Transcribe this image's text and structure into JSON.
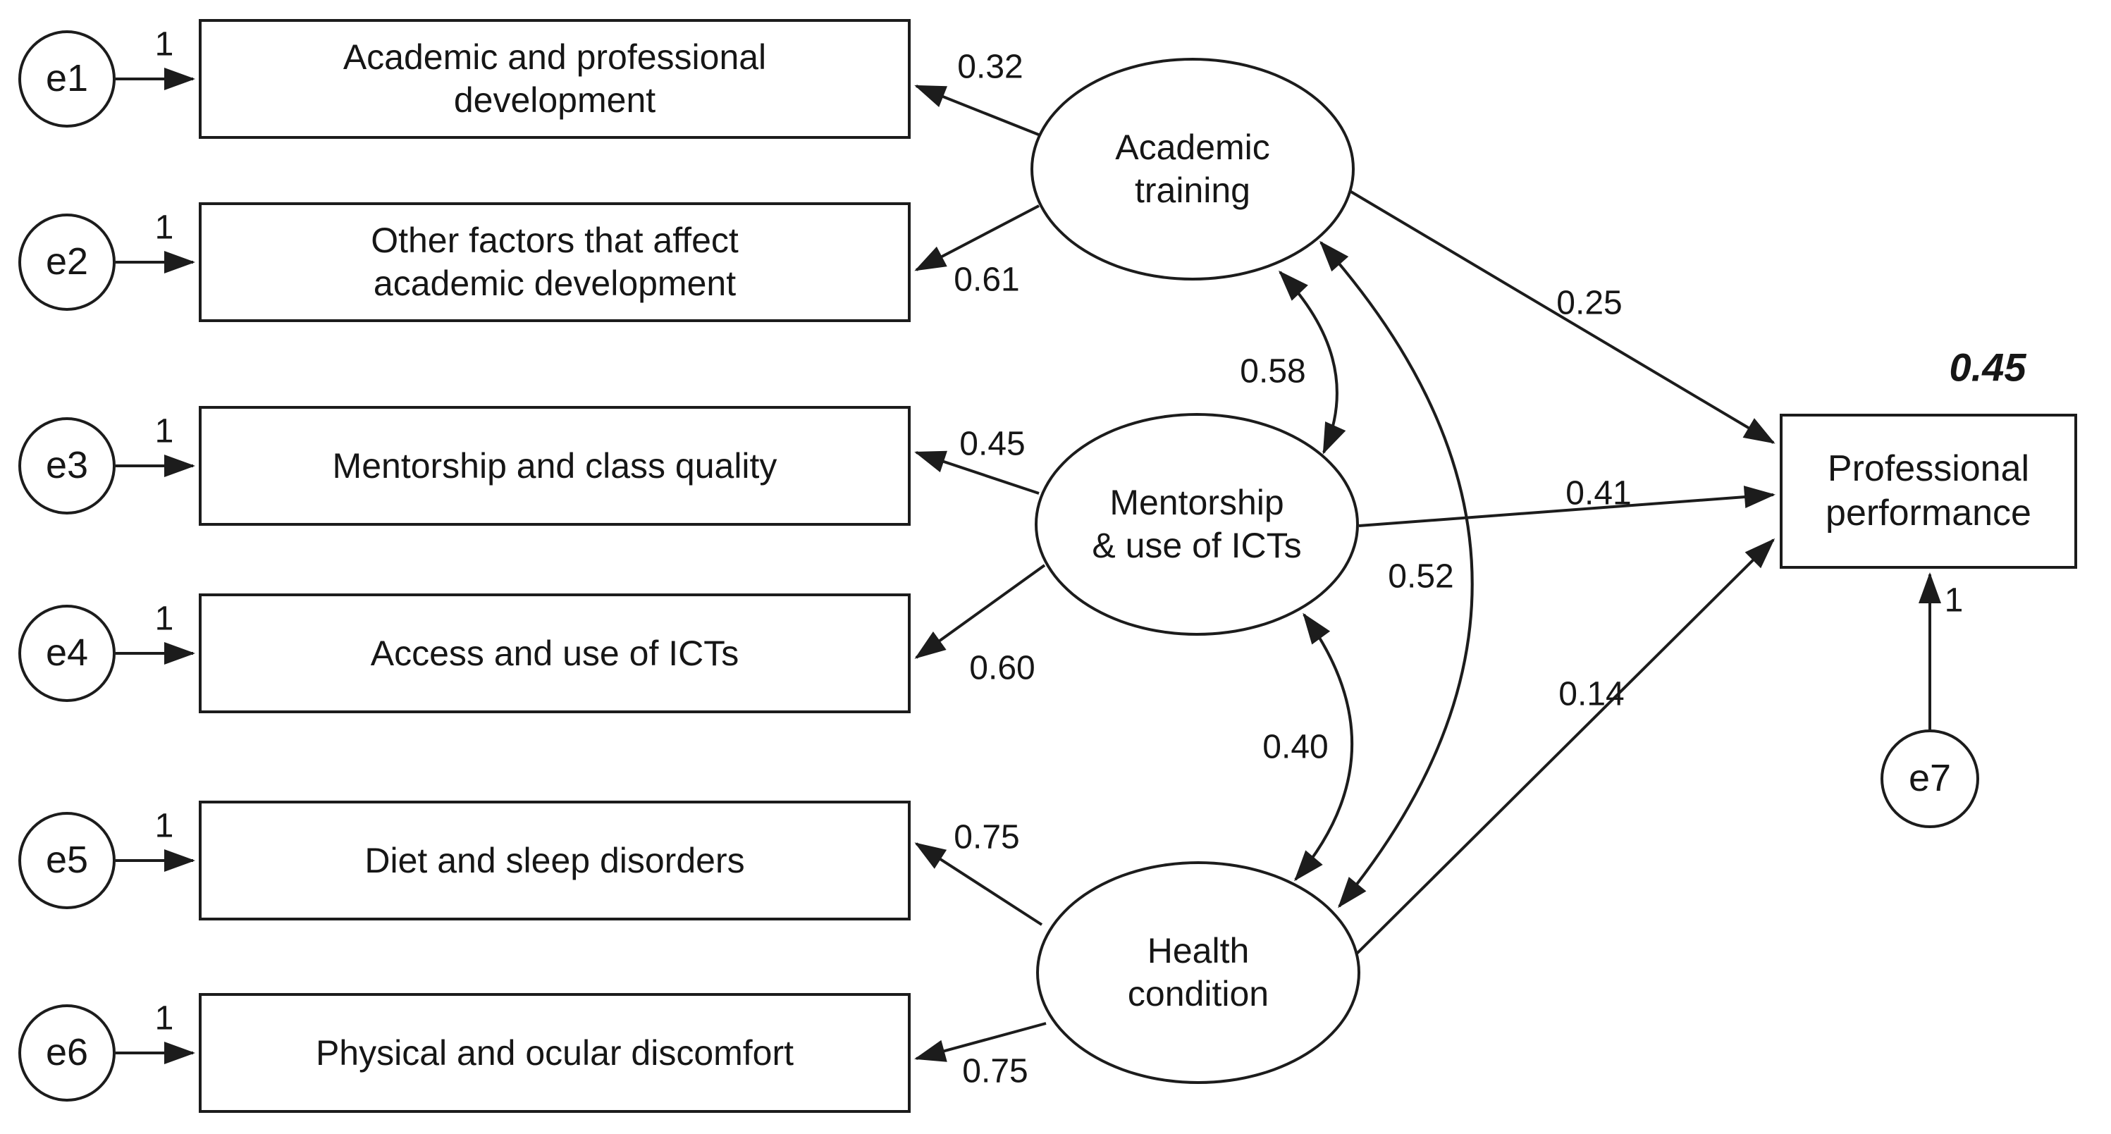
{
  "diagram": {
    "type": "structural-equation-model-path-diagram",
    "colors": {
      "ink": "#1c1c1c",
      "background": "#ffffff"
    },
    "error_terms": [
      {
        "id": "e1",
        "label": "e1",
        "weight": "1"
      },
      {
        "id": "e2",
        "label": "e2",
        "weight": "1"
      },
      {
        "id": "e3",
        "label": "e3",
        "weight": "1"
      },
      {
        "id": "e4",
        "label": "e4",
        "weight": "1"
      },
      {
        "id": "e5",
        "label": "e5",
        "weight": "1"
      },
      {
        "id": "e6",
        "label": "e6",
        "weight": "1"
      },
      {
        "id": "e7",
        "label": "e7",
        "weight": "1"
      }
    ],
    "indicators": [
      {
        "label": "Academic and professional\ndevelopment",
        "loading": "0.32"
      },
      {
        "label": "Other factors that affect\nacademic development",
        "loading": "0.61"
      },
      {
        "label": "Mentorship and class quality",
        "loading": "0.45"
      },
      {
        "label": "Access and use of ICTs",
        "loading": "0.60"
      },
      {
        "label": "Diet and sleep disorders",
        "loading": "0.75"
      },
      {
        "label": "Physical and ocular discomfort",
        "loading": "0.75"
      }
    ],
    "latents": [
      {
        "label": "Academic\ntraining",
        "path_coefficient": "0.25"
      },
      {
        "label": "Mentorship\n& use of ICTs",
        "path_coefficient": "0.41"
      },
      {
        "label": "Health\ncondition",
        "path_coefficient": "0.14"
      }
    ],
    "covariances": [
      {
        "pair": "Academic training - Mentorship & use of ICTs",
        "value": "0.58"
      },
      {
        "pair": "Academic training - Health condition",
        "value": "0.52"
      },
      {
        "pair": "Mentorship & use of ICTs - Health condition",
        "value": "0.40"
      }
    ],
    "outcome": {
      "label": "Professional\nperformance",
      "r_squared": "0.45"
    }
  }
}
